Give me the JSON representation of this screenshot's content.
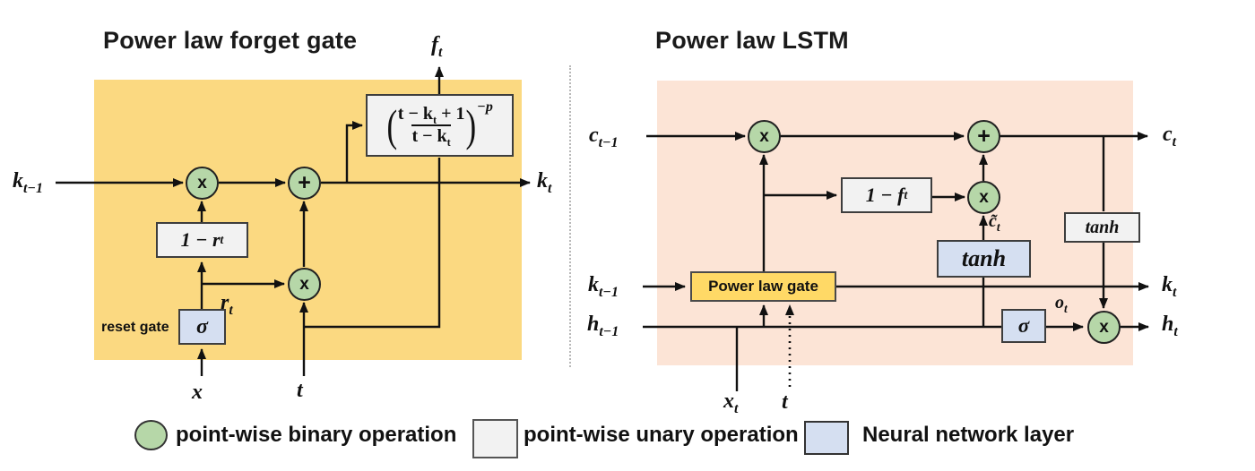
{
  "left_panel": {
    "title": "Power law forget gate",
    "labels": {
      "f_t": {
        "main": "f",
        "sub": "t"
      },
      "k_prev": {
        "main": "k",
        "sub": "t−1"
      },
      "k_out": {
        "main": "k",
        "sub": "t"
      },
      "r_t": {
        "main": "r",
        "sub": "t"
      },
      "reset_gate": "reset gate",
      "x_in": "x",
      "t_in": "t"
    },
    "boxes": {
      "one_minus_r": {
        "main": "1 − r",
        "sub": "t"
      },
      "sigma": "σ",
      "formula": {
        "paren_open": "(",
        "numerator_main": "t − k",
        "numerator_sub": "t",
        "numerator_tail": " + 1",
        "denominator_main": "t − k",
        "denominator_sub": "t",
        "paren_close": ")",
        "exponent": "−p"
      }
    },
    "ops": {
      "x1": "x",
      "add1": "+",
      "x2": "x"
    }
  },
  "right_panel": {
    "title": "Power law LSTM",
    "labels": {
      "c_prev": {
        "main": "c",
        "sub": "t−1"
      },
      "c_out": {
        "main": "c",
        "sub": "t"
      },
      "k_prev": {
        "main": "k",
        "sub": "t−1"
      },
      "h_prev": {
        "main": "h",
        "sub": "t−1"
      },
      "k_out": {
        "main": "k",
        "sub": "t"
      },
      "h_out": {
        "main": "h",
        "sub": "t"
      },
      "c_tilde": {
        "main": "c̃",
        "sub": "t"
      },
      "o_t": {
        "main": "o",
        "sub": "t"
      },
      "x_in": {
        "main": "x",
        "sub": "t"
      },
      "t_in": "t"
    },
    "boxes": {
      "one_minus_f": {
        "main": "1 − f",
        "sub": "t"
      },
      "tanh_layer": "tanh",
      "tanh_op": "tanh",
      "sigma": "σ",
      "power_gate": "Power law gate"
    },
    "ops": {
      "x3": "x",
      "add2": "+",
      "x4": "x",
      "x5": "x"
    }
  },
  "legend": {
    "binary": "point-wise binary operation",
    "unary": "point-wise unary operation",
    "neural": "Neural network layer"
  },
  "colors": {
    "left_bg": "#FBD981",
    "right_bg": "#FCE4D6",
    "node_green": "#B6D7A8",
    "unary_gray": "#F2F2F2",
    "neural_blue": "#D5DFF1",
    "gate_gold": "#FFD966",
    "line": "#111111"
  }
}
